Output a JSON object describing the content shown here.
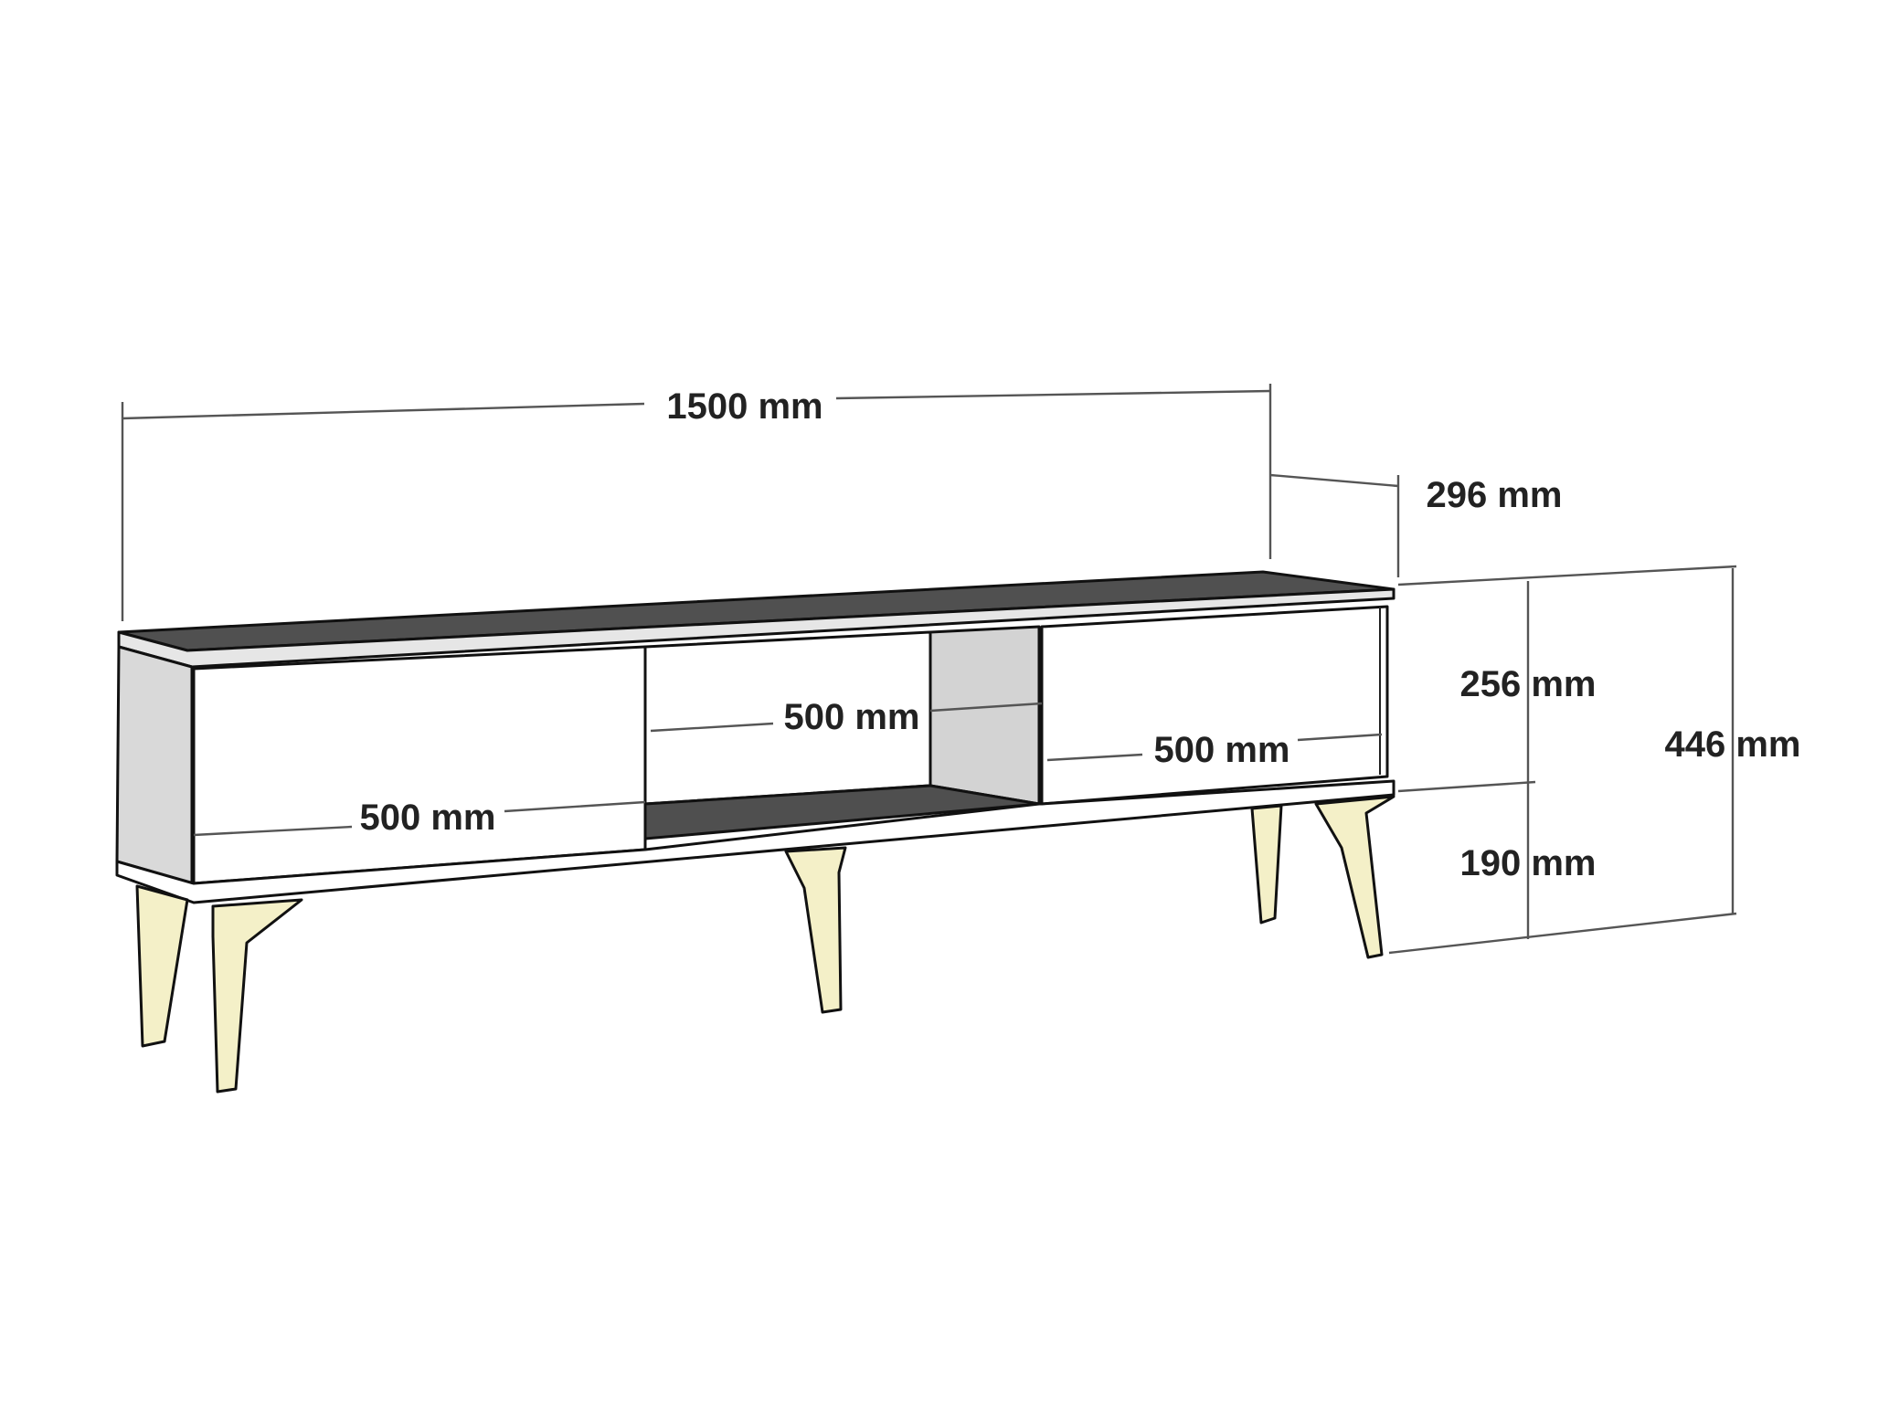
{
  "colors": {
    "top_surface": "#505050",
    "carcass_edge": "#e6e6e6",
    "side_panel": "#d9d9d9",
    "inner_wall": "#d3d3d3",
    "shelf_floor": "#4f4f4f",
    "front_face": "#ffffff",
    "legs": "#f4f0c8",
    "line": "#111111"
  },
  "dimensions": {
    "overall_width": "1500 mm",
    "depth": "296 mm",
    "body_height": "256 mm",
    "leg_height": "190 mm",
    "overall_height": "446 mm",
    "left_door_width": "500 mm",
    "middle_shelf_width": "500 mm",
    "right_door_width": "500 mm"
  }
}
